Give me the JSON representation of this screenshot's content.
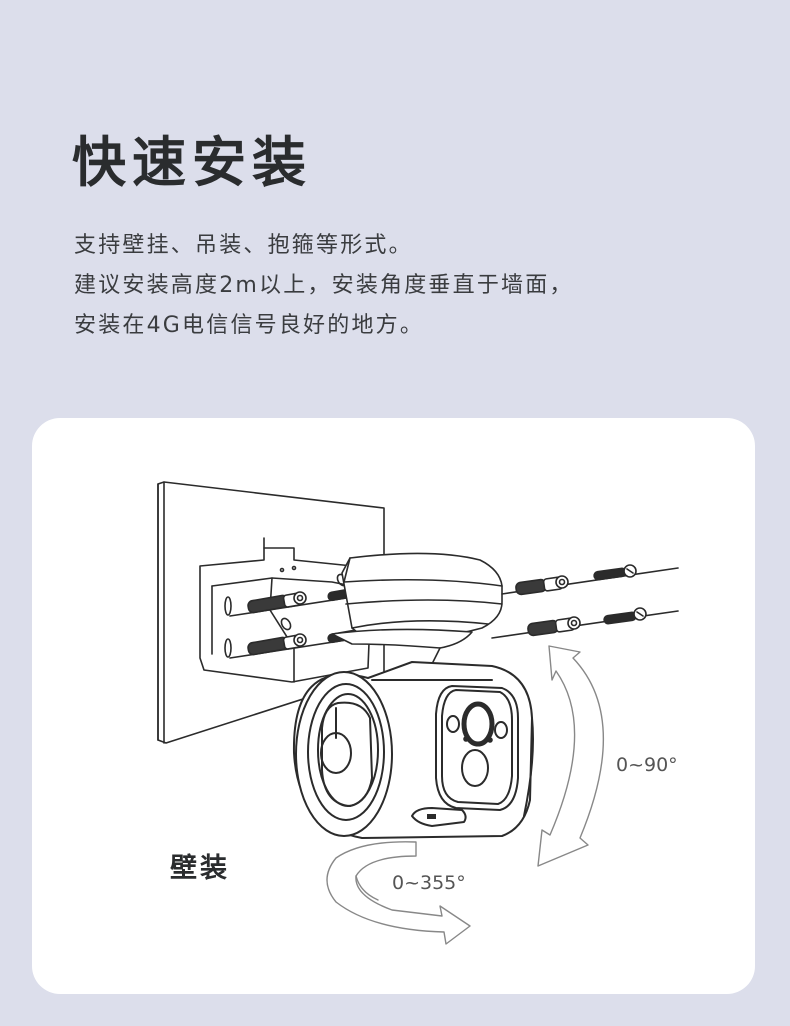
{
  "header": {
    "title": "快速安装"
  },
  "description": {
    "lines": [
      "支持壁挂、吊装、抱箍等形式。",
      "建议安装高度2m以上，安装角度垂直于墙面，",
      "安装在4G电信信号良好的地方。"
    ]
  },
  "illustration": {
    "mount_type_label": "壁装",
    "tilt_range_label": "0~90°",
    "pan_range_label": "0~355°",
    "icons": [
      "wall-plate-icon",
      "mounting-bracket-icon",
      "camera-icon",
      "screw-anchor-icon",
      "tilt-arrow-icon",
      "pan-arrow-icon"
    ]
  },
  "colors": {
    "page_background": "#dcdeeb",
    "card_background": "#ffffff",
    "title_text": "#2a2c2e",
    "body_text": "#3a3c3f",
    "line_art": "#2b2b2b",
    "arrow_outline": "#888888"
  }
}
